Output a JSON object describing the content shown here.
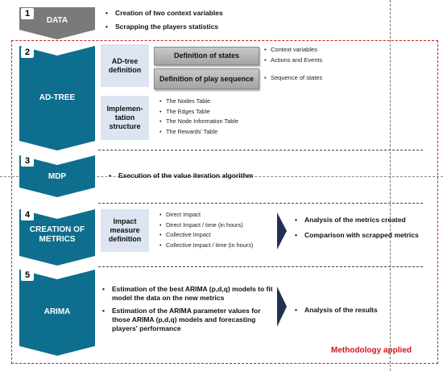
{
  "colors": {
    "teal": "#0e6e8e",
    "gray": "#7a7a7a",
    "red": "#cc1f1f",
    "lightblue": "#dce5f1"
  },
  "steps": [
    {
      "number": "1",
      "label": "DATA"
    },
    {
      "number": "2",
      "label": "AD-TREE"
    },
    {
      "number": "3",
      "label": "MDP"
    },
    {
      "number": "4",
      "label": "CREATION OF METRICS"
    },
    {
      "number": "5",
      "label": "ARIMA"
    }
  ],
  "data_bullets": [
    "Creation of two context variables",
    "Scrapping the players statistics"
  ],
  "adtree": {
    "definition_label": "AD-tree definition",
    "def_states": "Definition of states",
    "def_play": "Definition of play sequence",
    "states_notes": [
      "Context variables",
      "Actions and Events"
    ],
    "play_notes": [
      "Sequence of states"
    ],
    "impl_label": "Implemen-tation structure",
    "tables": [
      "The Nodes Table",
      "The Edges Table",
      "The Node Information Table",
      "The Rewards' Table"
    ]
  },
  "mdp_bullets": [
    "Execution of the value iteration algorithm"
  ],
  "metrics": {
    "impact_label": "Impact measure definition",
    "items": [
      "Direct Impact",
      "Direct Impact / time (in hours)",
      "Collective Impact",
      "Collective Impact / time (in hours)"
    ],
    "results": [
      "Analysis of the metrics created",
      "Comparison with scrapped  metrics"
    ]
  },
  "arima": {
    "bullets": [
      "Estimation of the best ARIMA (p,d,q)  models to fit model the data on the new metrics",
      "Estimation of the ARIMA parameter values for those ARIMA (p,d,q) models and forecasting players' performance"
    ],
    "results": [
      "Analysis of the results"
    ]
  },
  "frame_title": "Methodology applied"
}
